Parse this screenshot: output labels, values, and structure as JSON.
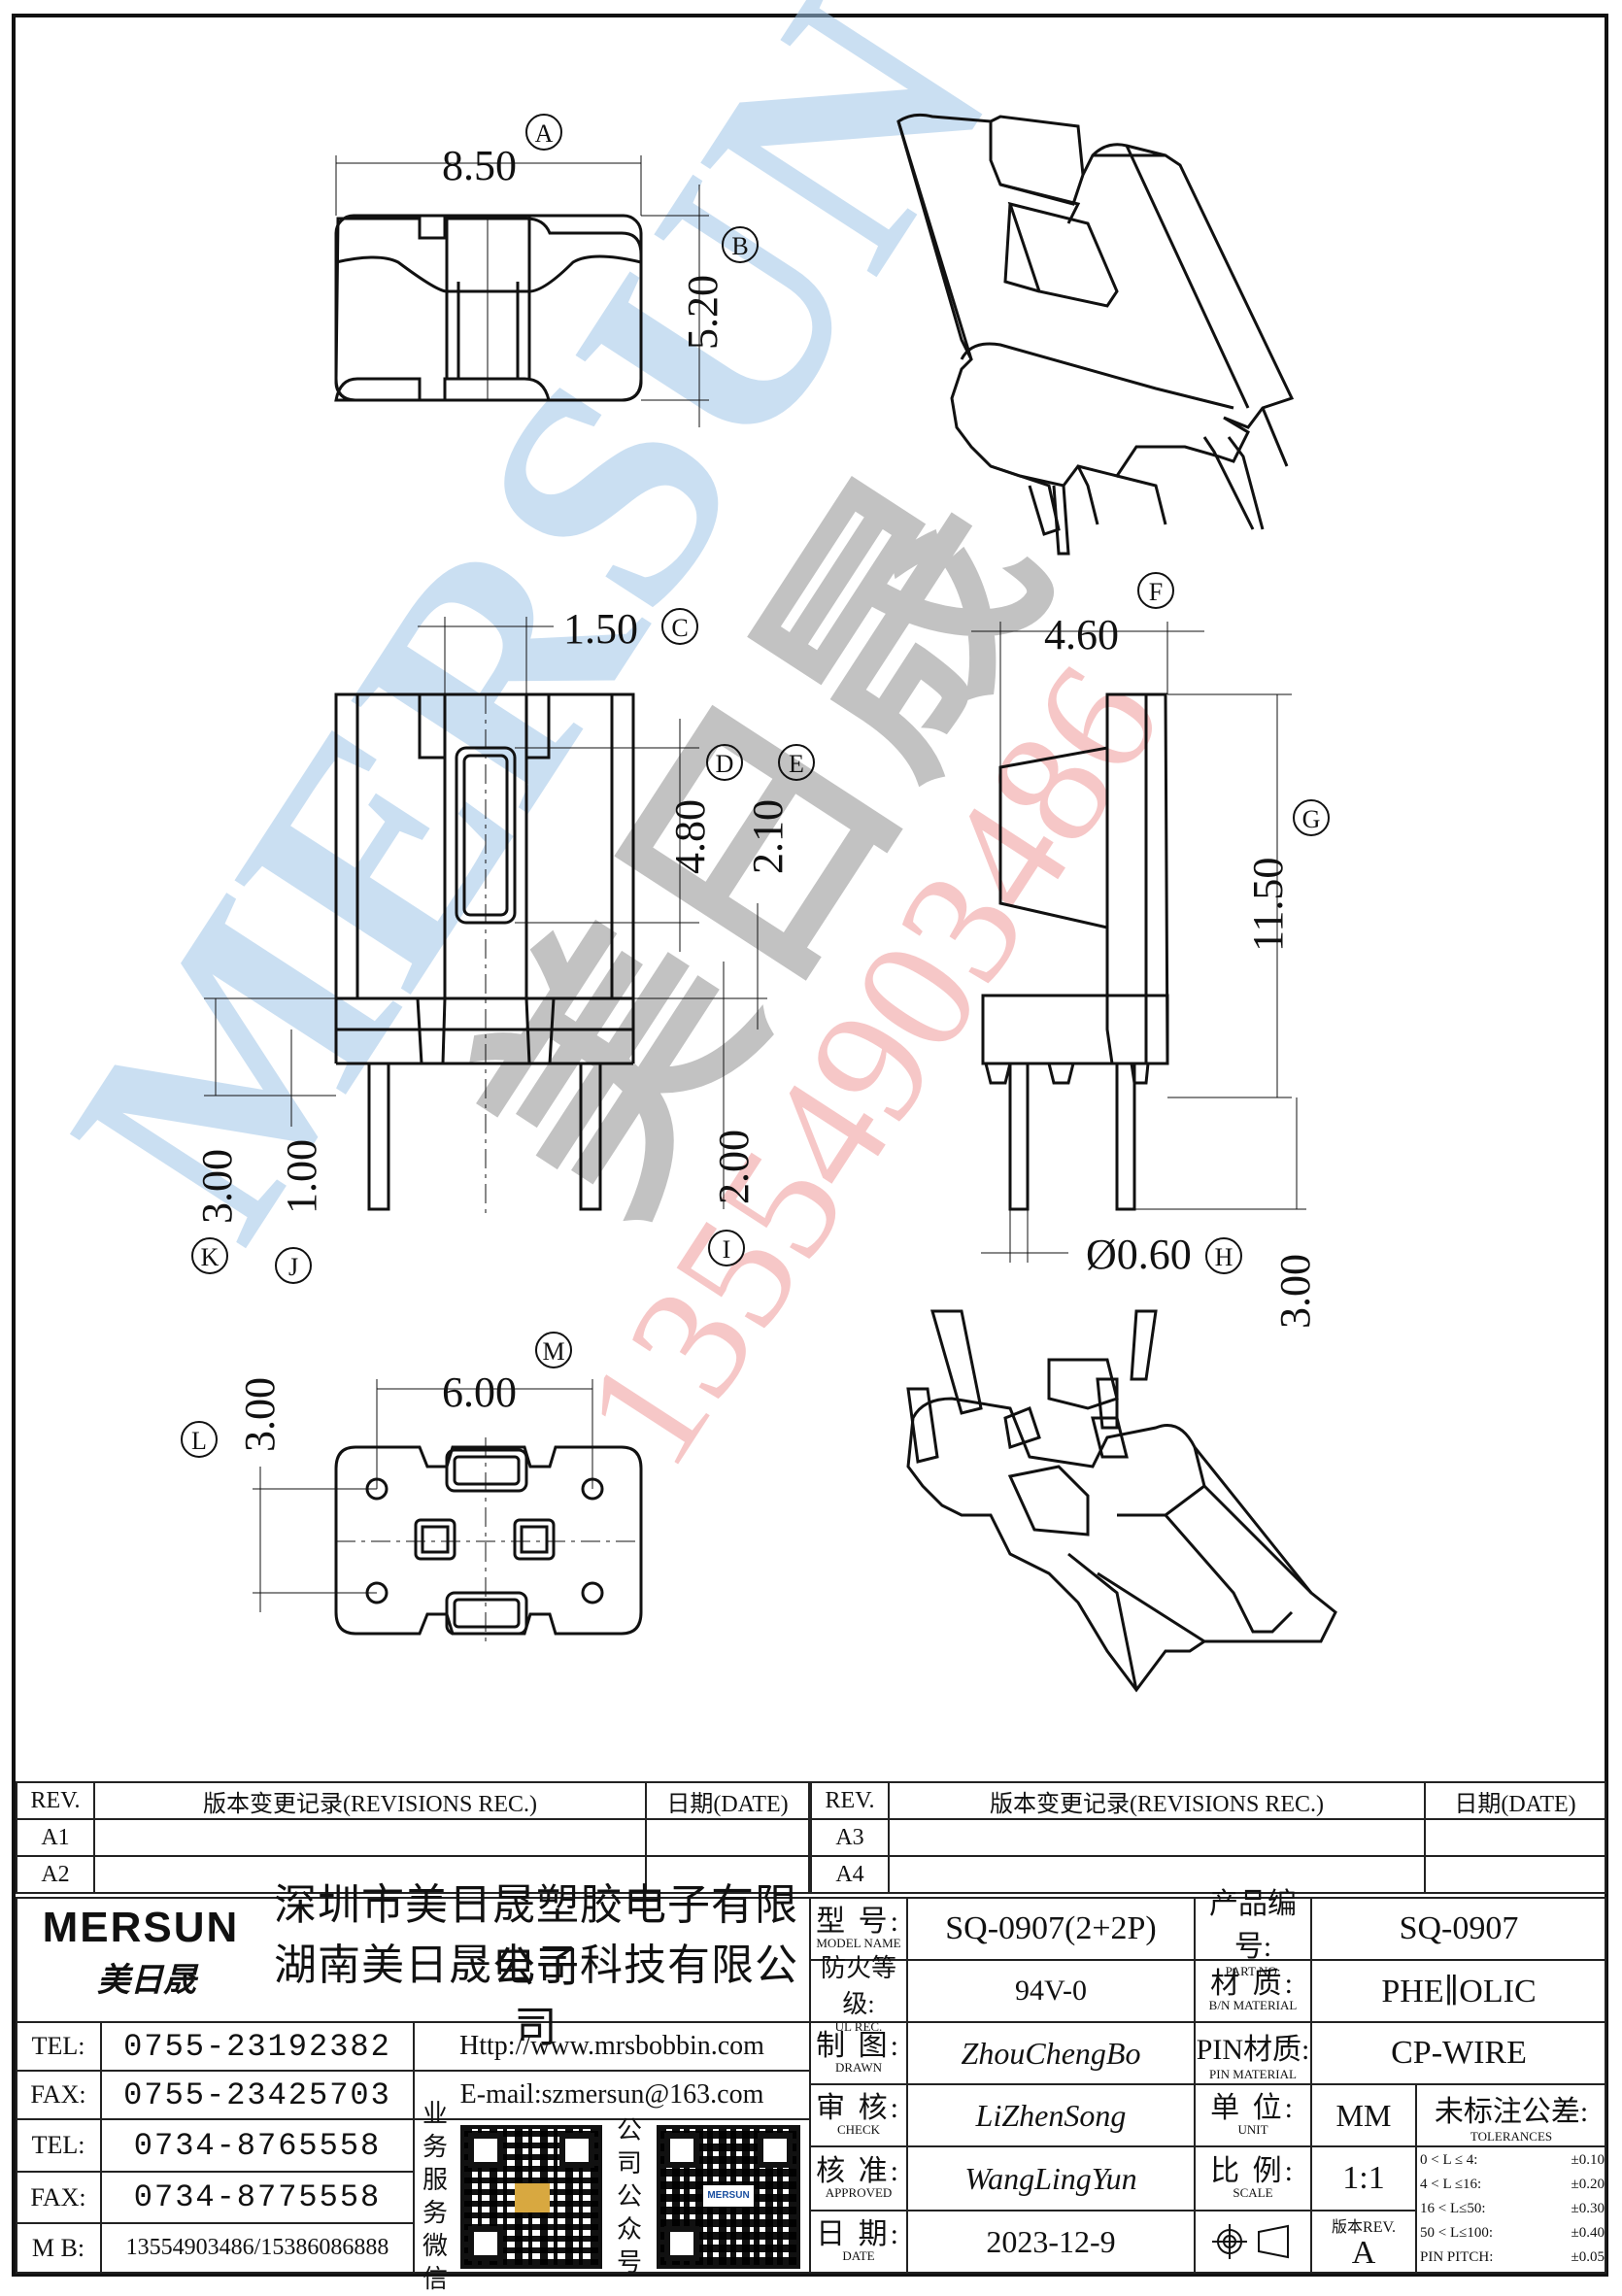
{
  "watermark": {
    "brand": "MERSUN",
    "cn_name": "美日晟",
    "phone": "13554903486",
    "brand_color": "#8fb8e0",
    "cn_color": "#8c8c8c",
    "phone_color": "#f0a0a0"
  },
  "dimensions": {
    "A": {
      "value": "8.50",
      "tag": "A"
    },
    "B": {
      "value": "5.20",
      "tag": "B"
    },
    "C": {
      "value": "1.50",
      "tag": "C"
    },
    "D": {
      "value": "4.80",
      "tag": "D"
    },
    "E": {
      "value": "2.10",
      "tag": "E"
    },
    "F": {
      "value": "4.60",
      "tag": "F"
    },
    "G": {
      "value": "11.50",
      "tag": "G"
    },
    "H": {
      "value": "Ø0.60",
      "tag": "H"
    },
    "I": {
      "value": "2.00",
      "tag": "I"
    },
    "J": {
      "value": "1.00",
      "tag": "J"
    },
    "K": {
      "value": "3.00",
      "tag": "K"
    },
    "L": {
      "value": "3.00",
      "tag": "L"
    },
    "M": {
      "value": "6.00",
      "tag": "M"
    },
    "pin_length": {
      "value": "3.00"
    }
  },
  "revisions_left": {
    "headers": [
      "REV.",
      "版本变更记录(REVISIONS REC.)",
      "日期(DATE)"
    ],
    "rows": [
      [
        "A1",
        "",
        ""
      ],
      [
        "A2",
        "",
        ""
      ]
    ]
  },
  "revisions_right": {
    "headers": [
      "REV.",
      "版本变更记录(REVISIONS REC.)",
      "日期(DATE)"
    ],
    "rows": [
      [
        "A3",
        "",
        ""
      ],
      [
        "A4",
        "",
        ""
      ]
    ]
  },
  "company": {
    "logo": "MERSUN",
    "logo_cn": "美日晟",
    "name1": "深圳市美日晟塑胶电子有限公司",
    "name2": "湖南美日晟电子科技有限公司"
  },
  "contacts": [
    {
      "label": "TEL:",
      "value": "0755-23192382"
    },
    {
      "label": "FAX:",
      "value": "0755-23425703"
    },
    {
      "label": "TEL:",
      "value": "0734-8765558"
    },
    {
      "label": "FAX:",
      "value": "0734-8775558"
    },
    {
      "label": "M B:",
      "value": "13554903486/15386086888"
    }
  ],
  "web": {
    "http": "Http://www.mrsbobbin.com",
    "email": "E-mail:szmersun@163.com"
  },
  "qr": {
    "left_label": [
      "业务",
      "服务",
      "微信"
    ],
    "right_label": [
      "公司",
      "公众",
      "号"
    ],
    "center_badge": "MERSUN"
  },
  "spec": {
    "model": {
      "label": "型  号:",
      "sub": "MODEL NAME",
      "value": "SQ-0907(2+2P)"
    },
    "ul": {
      "label": "防火等级:",
      "sub": "UL REC.",
      "value": "94V-0"
    },
    "drawn": {
      "label": "制  图:",
      "sub": "DRAWN",
      "value": "ZhouChengBo"
    },
    "check": {
      "label": "审  核:",
      "sub": "CHECK",
      "value": "LiZhenSong"
    },
    "approved": {
      "label": "核  准:",
      "sub": "APPROVED",
      "value": "WangLingYun"
    },
    "date": {
      "label": "日  期:",
      "sub": "DATE",
      "value": "2023-12-9"
    },
    "part_no": {
      "label": "产品编号:",
      "sub": "PART NO:",
      "value": "SQ-0907"
    },
    "material": {
      "label": "材  质:",
      "sub": "B/N MATERIAL",
      "value": "PHE∥OLIC"
    },
    "pin_material": {
      "label": "PIN材质:",
      "sub": "PIN MATERIAL",
      "value": "CP-WIRE"
    },
    "unit": {
      "label": "单  位:",
      "sub": "UNIT",
      "value": "MM"
    },
    "scale": {
      "label": "比  例:",
      "sub": "SCALE",
      "value": "1:1"
    },
    "rev": {
      "label": "版本REV.",
      "value": "A"
    },
    "tolerances": {
      "label": "未标注公差:",
      "sub": "TOLERANCES",
      "rows": [
        [
          "0 < L ≤  4:",
          "±0.10"
        ],
        [
          "4 < L ≤16:",
          "±0.20"
        ],
        [
          "16 < L≤50:",
          "±0.30"
        ],
        [
          "50 < L≤100:",
          "±0.40"
        ],
        [
          "PIN PITCH:",
          "±0.05"
        ]
      ]
    }
  }
}
